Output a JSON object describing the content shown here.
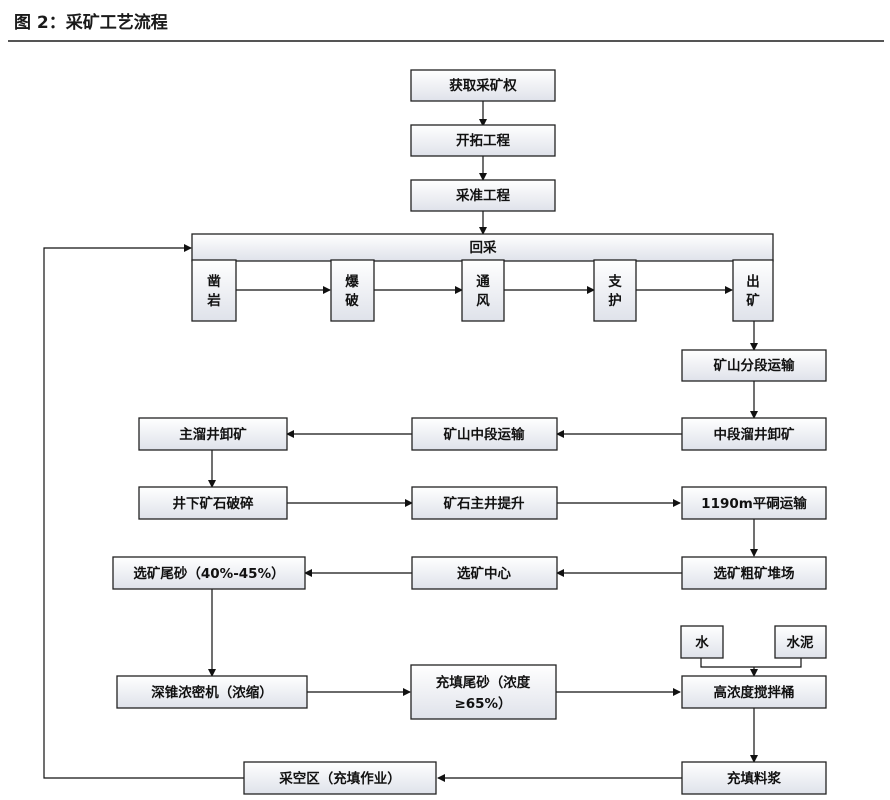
{
  "title": "图 2：采矿工艺流程",
  "nodes": {
    "acquire": "获取采矿权",
    "develop": "开拓工程",
    "prep": "采准工程",
    "stoping": "回采",
    "drill": [
      "凿",
      "岩"
    ],
    "blast": [
      "爆",
      "破"
    ],
    "vent": [
      "通",
      "风"
    ],
    "support": [
      "支",
      "护"
    ],
    "muck": [
      "出",
      "矿"
    ],
    "sublevel_haul": "矿山分段运输",
    "mid_chute": "中段溜井卸矿",
    "mid_haul": "矿山中段运输",
    "main_chute": "主溜井卸矿",
    "crush": "井下矿石破碎",
    "hoist": "矿石主井提升",
    "adit_haul": "1190m平硐运输",
    "stockpile": "选矿粗矿堆场",
    "plant": "选矿中心",
    "tailings": "选矿尾砂（40%-45%）",
    "thickener": "深锥浓密机（浓缩）",
    "fill_tail": [
      "充填尾砂（浓度",
      "≥65%）"
    ],
    "water": "水",
    "cement": "水泥",
    "mixer": "高浓度搅拌桶",
    "slurry": "充填料浆",
    "goaf": "采空区（充填作业）"
  }
}
